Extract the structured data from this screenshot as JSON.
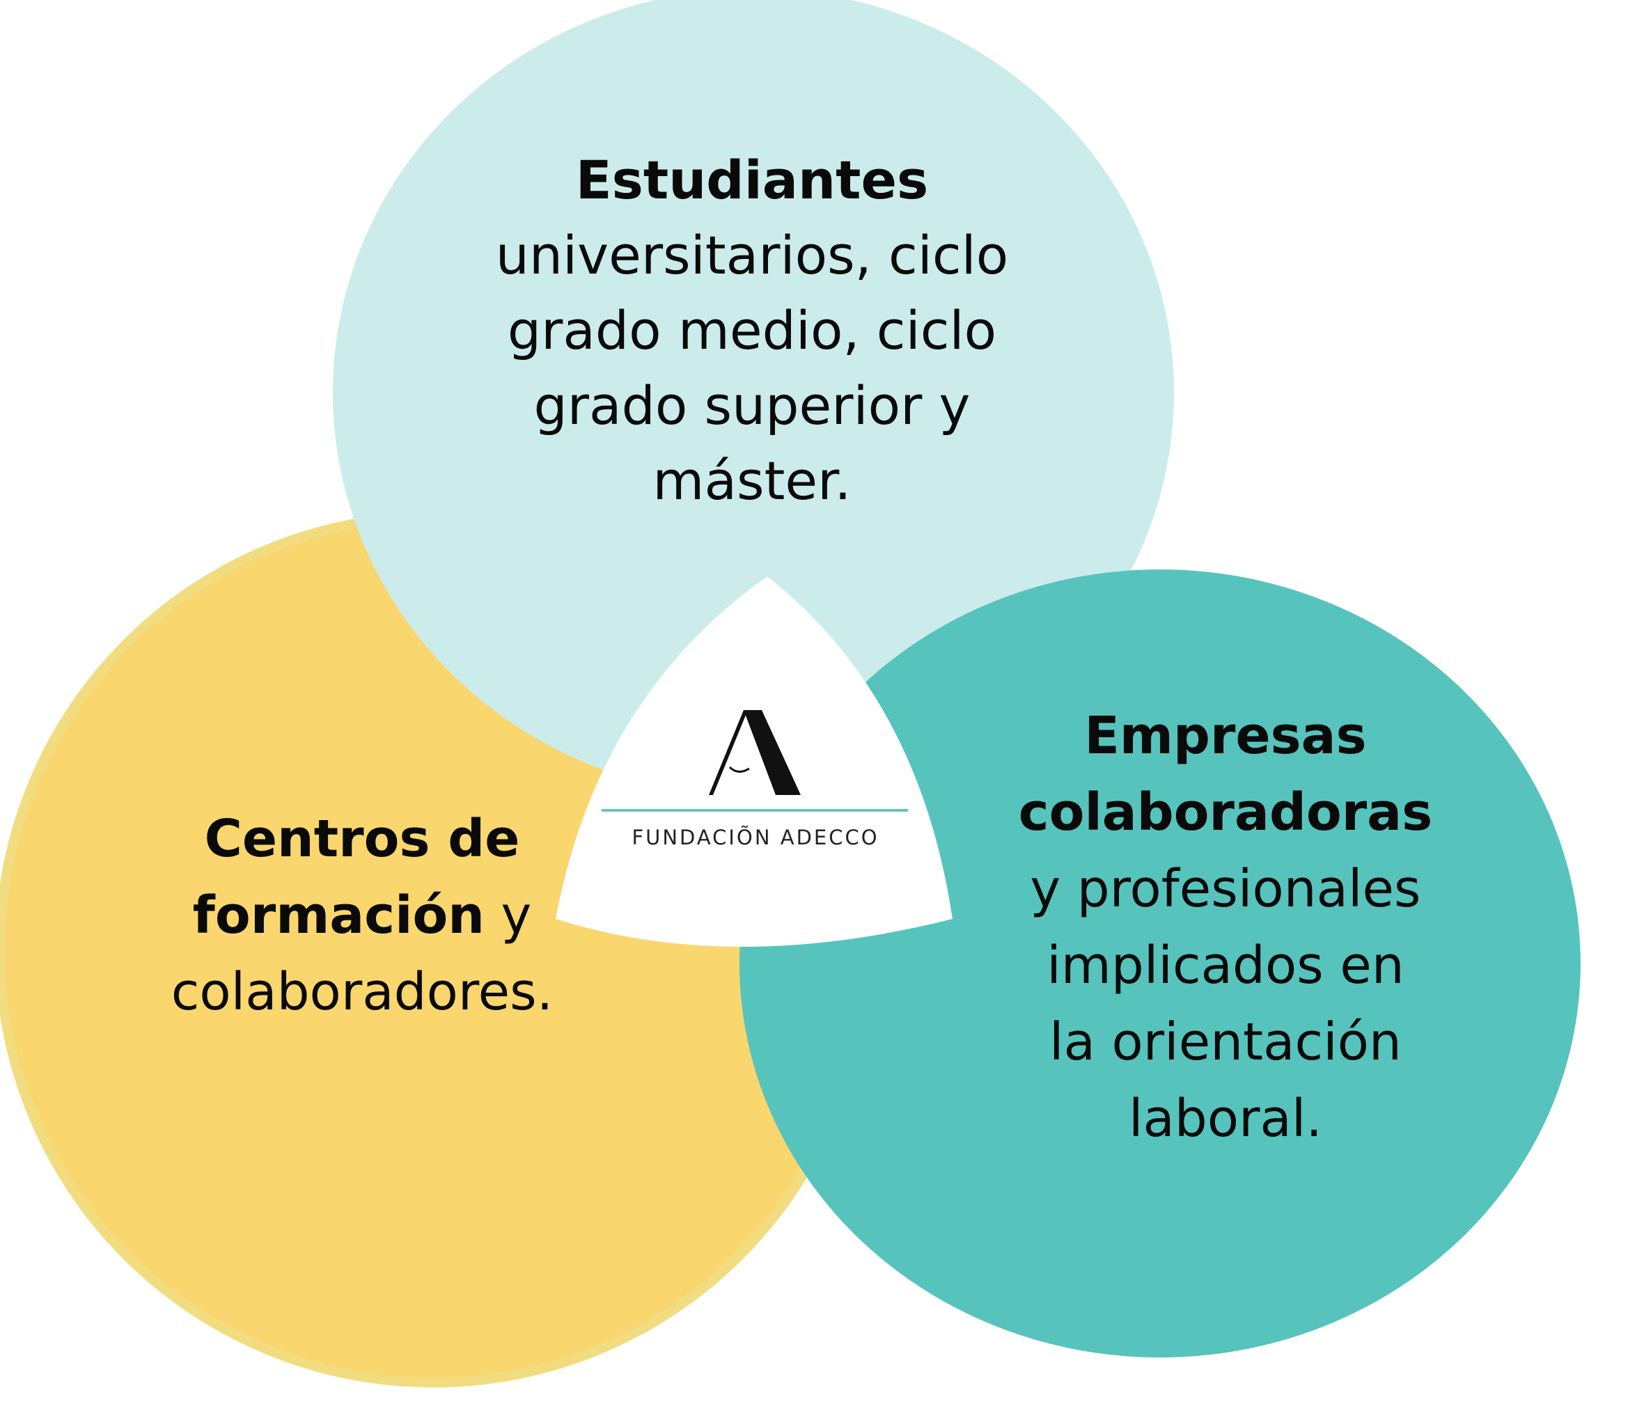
{
  "colors": {
    "top_circle": "#cbecea",
    "left_circle": "#f9d66e",
    "left_circle_rim": "#f2dc80",
    "right_circle": "#57c3bd",
    "center_triangle": "#ffffff",
    "text": "#0a0a0a",
    "logo_rule": "#6cc3c0"
  },
  "circles": {
    "top": {
      "title": "Estudiantes",
      "lines": [
        "universitarios, ciclo",
        "grado medio, ciclo",
        "grado superior y",
        "máster."
      ]
    },
    "left": {
      "title_line1": "Centros de",
      "title_line2": "formación",
      "title_line2_suffix": " y",
      "rest": "colaboradores."
    },
    "right": {
      "title_line1": "Empresas",
      "title_line2": "colaboradoras",
      "lines": [
        "y profesionales",
        "implicados en",
        "la orientación",
        "laboral."
      ]
    }
  },
  "logo": {
    "icon": "adecco-a-logo-icon",
    "text": "FUNDACIÕN ADECCO"
  }
}
